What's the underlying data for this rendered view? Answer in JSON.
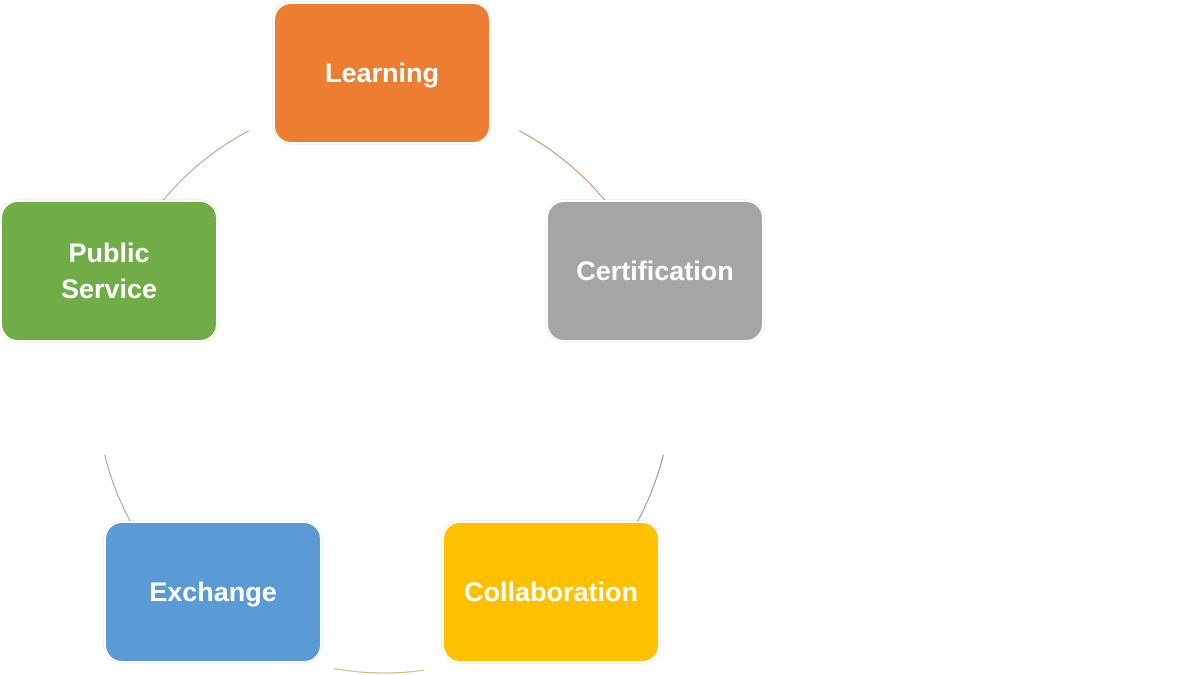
{
  "nodes": [
    {
      "id": "learning",
      "label": "Learning",
      "color": "#ED7D31",
      "ring_color": "#C9885C"
    },
    {
      "id": "certification",
      "label": "Certification",
      "color": "#A5A5A5",
      "ring_color": "#8E8E96"
    },
    {
      "id": "collaboration",
      "label": "Collaboration",
      "color": "#FFC000",
      "ring_color": "#D9B26A"
    },
    {
      "id": "exchange",
      "label": "Exchange",
      "color": "#5B9BD5",
      "ring_color": "#8CA0C8"
    },
    {
      "id": "public",
      "label": "Public\nService",
      "color": "#70AD47",
      "ring_color": "#8FAF7A"
    }
  ]
}
